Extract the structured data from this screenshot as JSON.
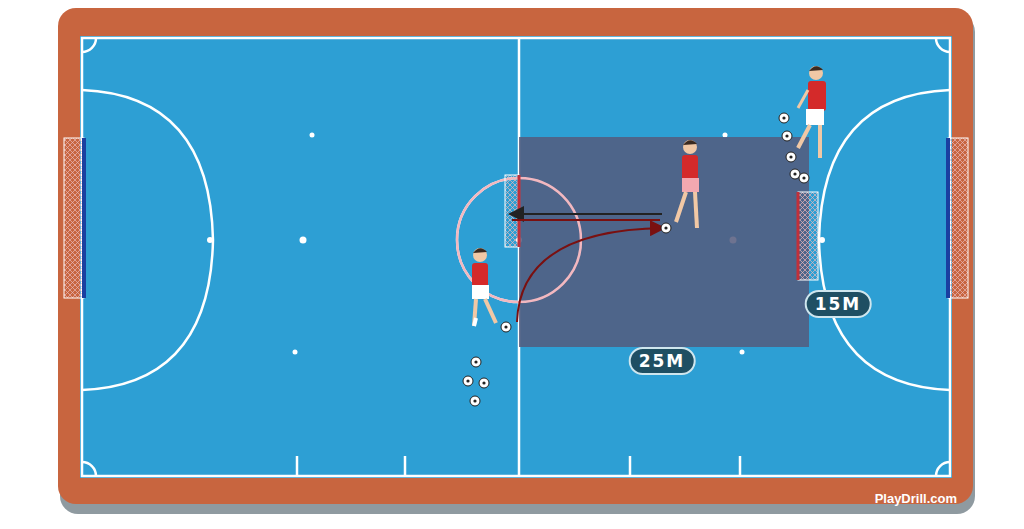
{
  "diagram": {
    "labels": [
      "25M",
      "15M",
      "PlayDrill.com"
    ]
  }
}
